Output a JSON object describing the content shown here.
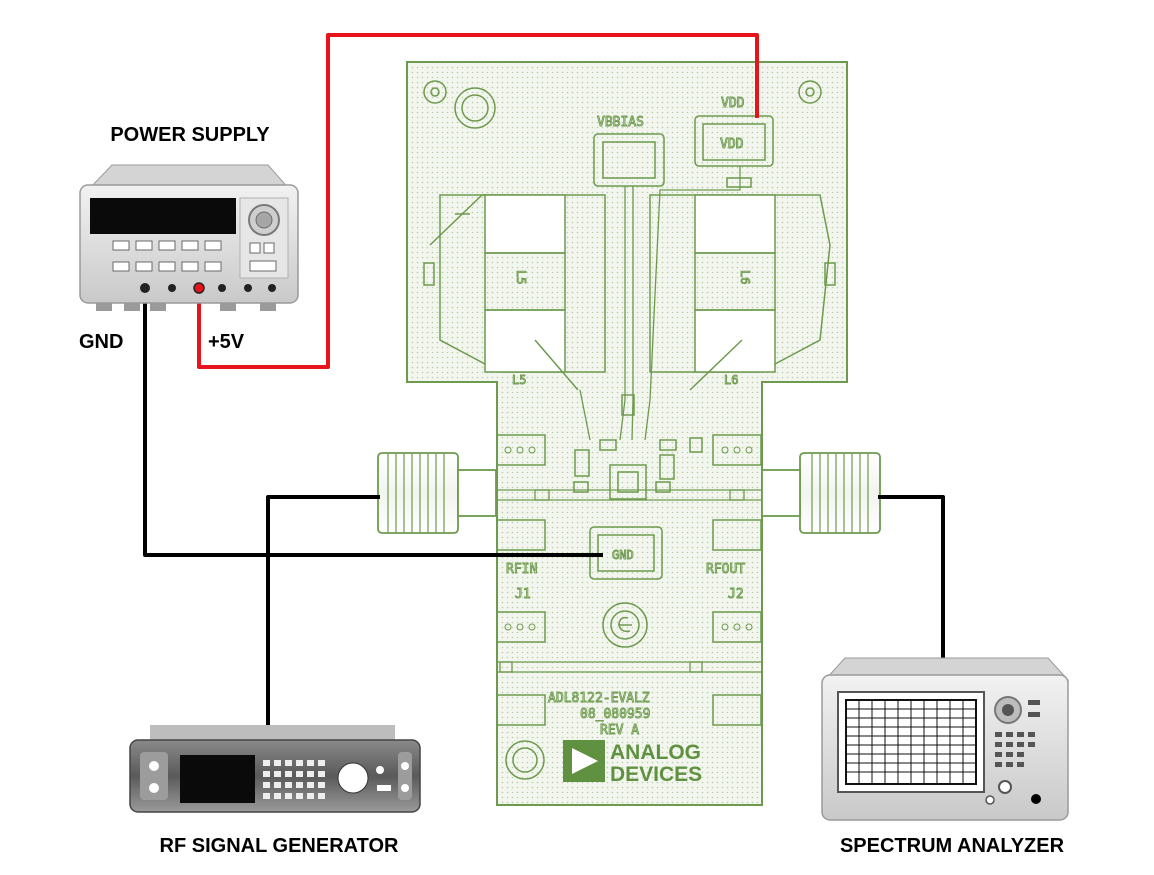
{
  "labels": {
    "power_supply": "POWER SUPPLY",
    "gnd": "GND",
    "plus5v": "+5V",
    "rf_signal_generator": "RF SIGNAL GENERATOR",
    "spectrum_analyzer": "SPECTRUM ANALYZER"
  },
  "board": {
    "vbias": "VBBIAS",
    "vdd_top": "VDD",
    "vdd_pad": "VDD",
    "l5": "L5",
    "l6": "L6",
    "gnd_pad": "GND",
    "rfin": "RFIN",
    "rfout": "RFOUT",
    "j1": "J1",
    "j2": "J2",
    "part_line1": "ADL8122-EVALZ",
    "part_line2": "08_080959",
    "part_line3": "REV A",
    "brand_line1": "ANALOG",
    "brand_line2": "DEVICES"
  },
  "colors": {
    "supply_wire": "#e8141b",
    "ground_wire": "#000000",
    "pcb_outline": "#6d9a4e",
    "pcb_fill": "#eef2e6",
    "brand": "#5f9140"
  }
}
